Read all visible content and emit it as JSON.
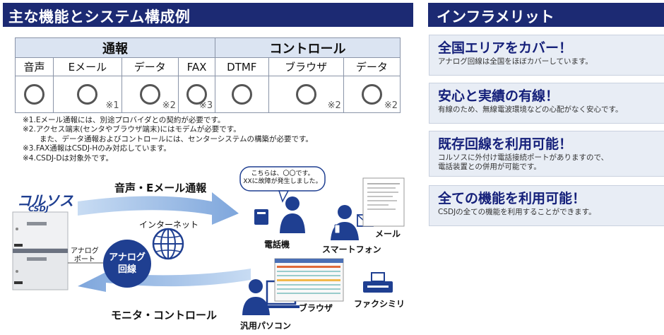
{
  "left_header": "主な機能とシステム構成例",
  "right_header": "インフラメリット",
  "table": {
    "groups": [
      "通報",
      "コントロール"
    ],
    "columns": [
      "音声",
      "Eメール",
      "データ",
      "FAX",
      "DTMF",
      "ブラウザ",
      "データ"
    ],
    "notes": [
      "",
      "※1",
      "※2",
      "※3",
      "",
      "※2",
      "※2"
    ]
  },
  "notes": [
    "※1.Eメール通報には、別途プロバイダとの契約が必要です。",
    "※2.アクセス端末(センタやブラウザ端末)にはモデムが必要です。",
    "また、データ通報およびコントロールには、センターシステムの構築が必要です。",
    "※3.FAX通報はCSDJ-Hのみ対応しています。",
    "※4.CSDJ-Dは対象外です。"
  ],
  "merits": [
    {
      "title": "全国エリアをカバー！",
      "desc": [
        "アナログ回線は全国をほぼカバーしています。"
      ]
    },
    {
      "title": "安心と実績の有線！",
      "desc": [
        "有線のため、無線電波環境などの心配がなく安心です。"
      ]
    },
    {
      "title": "既存回線を利用可能！",
      "desc": [
        "コルソスに外付け電話接続ポートがありますので、",
        "電話装置との併用が可能です。"
      ]
    },
    {
      "title": "全ての機能を利用可能！",
      "desc": [
        "CSDJの全ての機能を利用することができます。"
      ]
    }
  ],
  "diagram": {
    "device_logo": "コルソス",
    "device_model": "CSDJ",
    "top_arrow_label": "音声・Eメール通報",
    "bottom_arrow_label": "モニタ・コントロール",
    "internet": "インターネット",
    "port_label": [
      "アナログ",
      "ポート"
    ],
    "line_label": [
      "アナログ",
      "回線"
    ],
    "speech": [
      "こちらは、〇〇です。",
      "XXに故障が発生しました。"
    ],
    "phone": "電話機",
    "smartphone": "スマートフォン",
    "mail": "メール",
    "browser": "ブラウザ",
    "pc": "汎用パソコン",
    "fax": "ファクシミリ"
  },
  "colors": {
    "header_bg": "#1c2a73",
    "merit_title": "#15207a",
    "icon_blue": "#1f3f91",
    "arrow": "#8fb3e2"
  }
}
